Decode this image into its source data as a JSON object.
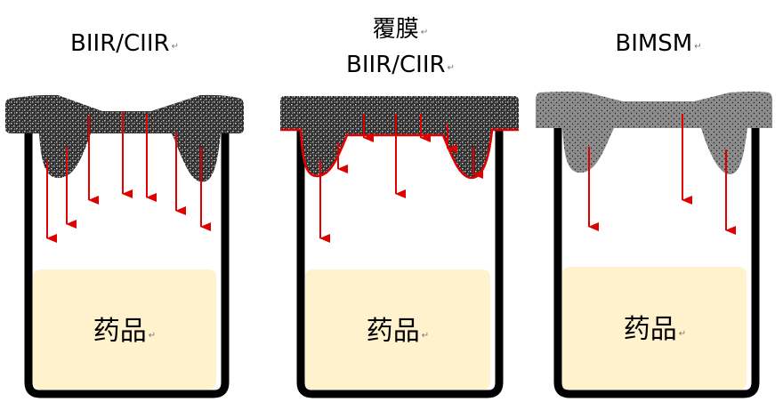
{
  "panels": [
    {
      "title_lines": [
        "BIIR/CIIR"
      ],
      "drug_label": "药品",
      "coated": false,
      "rubber_style": "dense-granular"
    },
    {
      "title_lines": [
        "覆膜",
        "BIIR/CIIR"
      ],
      "drug_label": "药品",
      "coated": true,
      "rubber_style": "dense-granular"
    },
    {
      "title_lines": [
        "BIMSM"
      ],
      "drug_label": "药品",
      "coated": false,
      "rubber_style": "fine-dot"
    }
  ],
  "paragraph_mark": "↵",
  "colors": {
    "arrow": "#e00000",
    "vial_outline": "#000000",
    "drug_fill": "#fff2cc",
    "dense_rubber": "#2f2f2f",
    "fine_rubber": "#8c8c8c",
    "coating": "#e00000"
  }
}
